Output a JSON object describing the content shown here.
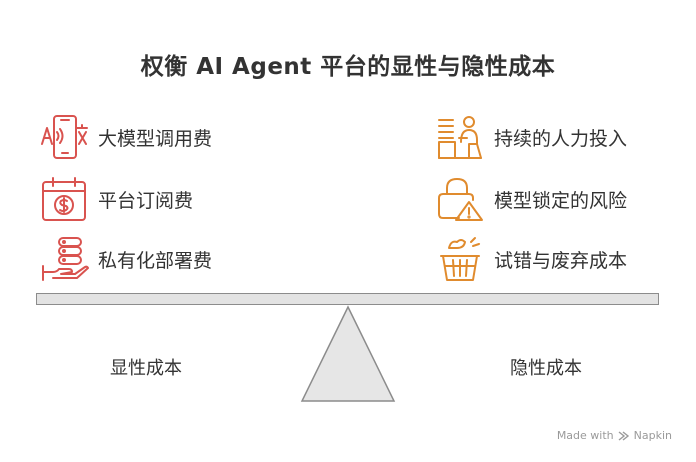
{
  "title": "权衡 AI Agent 平台的显性与隐性成本",
  "left": {
    "items": [
      {
        "icon": "translate-phone-icon",
        "label": "大模型调用费"
      },
      {
        "icon": "calendar-dollar-icon",
        "label": "平台订阅费"
      },
      {
        "icon": "server-stack-hand-icon",
        "label": "私有化部署费"
      }
    ],
    "side_label": "显性成本",
    "color": "#d9534f"
  },
  "right": {
    "items": [
      {
        "icon": "worker-desk-icon",
        "label": "持续的人力投入"
      },
      {
        "icon": "lock-warning-icon",
        "label": "模型锁定的风险"
      },
      {
        "icon": "trash-bin-icon",
        "label": "试错与废弃成本"
      }
    ],
    "side_label": "隐性成本",
    "color": "#e08b2e"
  },
  "watermark": {
    "prefix": "Made with",
    "brand": "Napkin"
  }
}
